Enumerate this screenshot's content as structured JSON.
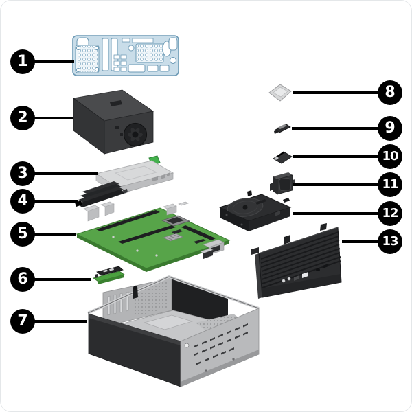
{
  "figure": {
    "type": "exploded-parts-diagram",
    "subject": "small-form-factor-desktop-computer",
    "callouts": [
      {
        "number": "1",
        "part": "rear-io-panel"
      },
      {
        "number": "2",
        "part": "power-supply"
      },
      {
        "number": "3",
        "part": "optical-drive"
      },
      {
        "number": "4",
        "part": "memory-heat-sink"
      },
      {
        "number": "5",
        "part": "system-board"
      },
      {
        "number": "6",
        "part": "card-reader-board"
      },
      {
        "number": "7",
        "part": "chassis"
      },
      {
        "number": "8",
        "part": "processor"
      },
      {
        "number": "9",
        "part": "sensor-bracket"
      },
      {
        "number": "10",
        "part": "wireless-module"
      },
      {
        "number": "11",
        "part": "speaker"
      },
      {
        "number": "12",
        "part": "hard-drive"
      },
      {
        "number": "13",
        "part": "front-bezel"
      }
    ],
    "colors": {
      "background": "#ffffff",
      "callout_bg": "#000000",
      "callout_text": "#ffffff",
      "leader_line": "#000000",
      "io_panel_blue": "#c9dde9",
      "io_panel_outline": "#6d9ab5",
      "board_green": "#57a449",
      "part_dark": "#2b2c2e",
      "part_silver": "#c7c8ca"
    }
  }
}
